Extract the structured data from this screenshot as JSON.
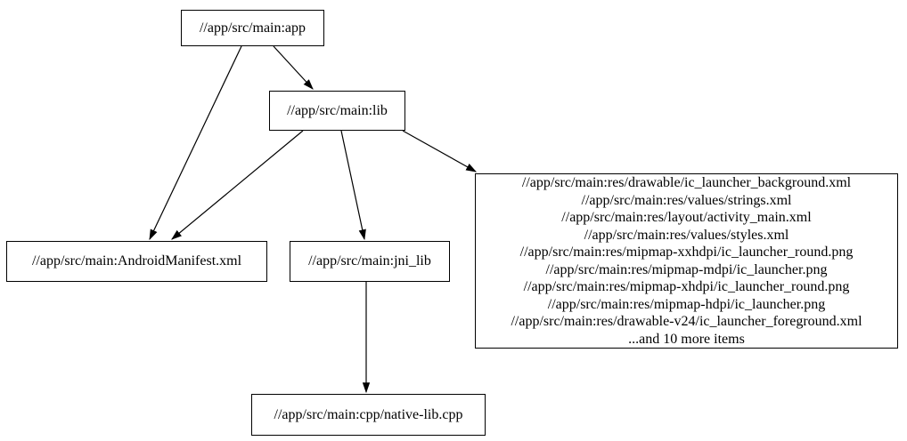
{
  "diagram": {
    "background_color": "#ffffff",
    "node_border_color": "#000000",
    "edge_color": "#000000",
    "text_color": "#000000",
    "nodes": {
      "app": {
        "label": "//app/src/main:app"
      },
      "lib": {
        "label": "//app/src/main:lib"
      },
      "manifest": {
        "label": "//app/src/main:AndroidManifest.xml"
      },
      "jni_lib": {
        "label": "//app/src/main:jni_lib"
      },
      "res_group": {
        "lines": [
          "//app/src/main:res/drawable/ic_launcher_background.xml",
          "//app/src/main:res/values/strings.xml",
          "//app/src/main:res/layout/activity_main.xml",
          "//app/src/main:res/values/styles.xml",
          "//app/src/main:res/mipmap-xxhdpi/ic_launcher_round.png",
          "//app/src/main:res/mipmap-mdpi/ic_launcher.png",
          "//app/src/main:res/mipmap-xhdpi/ic_launcher_round.png",
          "//app/src/main:res/mipmap-hdpi/ic_launcher.png",
          "//app/src/main:res/drawable-v24/ic_launcher_foreground.xml",
          "...and 10 more items"
        ]
      },
      "native_cpp": {
        "label": "//app/src/main:cpp/native-lib.cpp"
      }
    },
    "edges": [
      {
        "from": "app",
        "to": "lib"
      },
      {
        "from": "app",
        "to": "manifest"
      },
      {
        "from": "lib",
        "to": "manifest"
      },
      {
        "from": "lib",
        "to": "jni_lib"
      },
      {
        "from": "lib",
        "to": "res_group"
      },
      {
        "from": "jni_lib",
        "to": "native_cpp"
      }
    ]
  }
}
